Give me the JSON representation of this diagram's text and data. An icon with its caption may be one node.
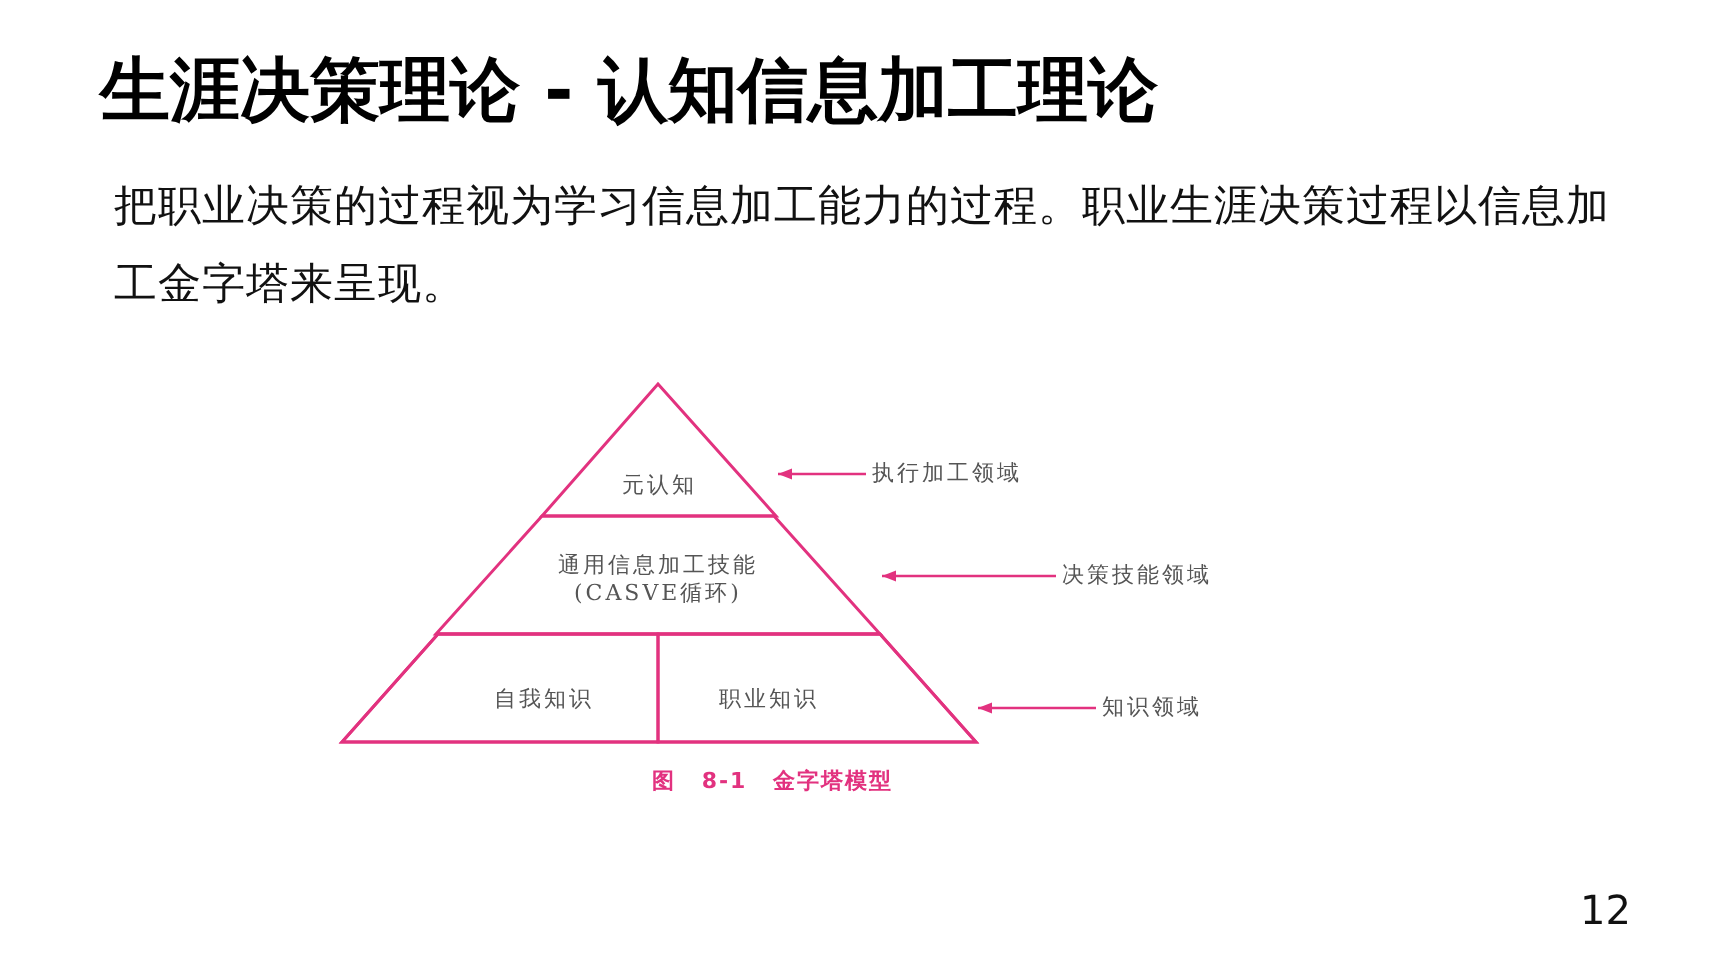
{
  "diagram": {
    "title": "生涯决策理论 - 认知信息加工理论",
    "caption": "图 8-1 金字塔模型",
    "nodes": [
      {
        "text": [
          "元认知"
        ]
      },
      {
        "text": [
          "执行加工领域"
        ]
      },
      {
        "text": [
          "通用信息加工技能(CASVE循环)"
        ]
      },
      {
        "text": [
          "决策技能领域"
        ]
      },
      {
        "text": [],
        "shape": "trapezoid"
      },
      {
        "text": [
          "自我知识"
        ],
        "in": 4
      },
      {
        "text": [
          "职业知识"
        ],
        "in": 4
      },
      {
        "text": [
          "知识领域"
        ]
      }
    ],
    "edges": [
      {
        "from": 1,
        "to": 0,
        "arrow": "to"
      },
      {
        "from": 3,
        "to": 2,
        "arrow": "to"
      },
      {
        "from": 7,
        "to": 4,
        "arrow": "to"
      }
    ],
    "labels": [
      "把职业决策的过程视为学习信息加工能力的过程。职业生涯决策过程以信息加工金字塔来呈现。",
      "12"
    ]
  }
}
